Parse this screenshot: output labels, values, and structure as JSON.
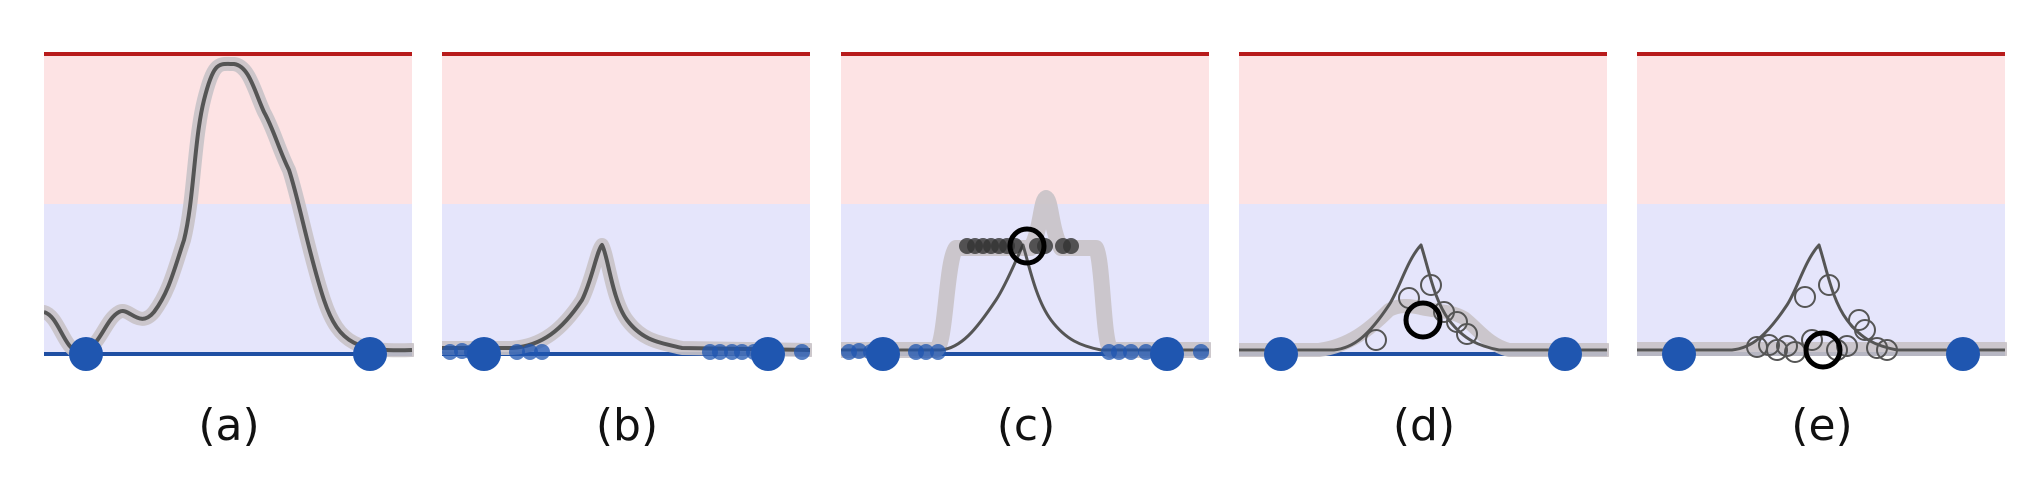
{
  "panels": [
    {
      "label": "(a)"
    },
    {
      "label": "(b)"
    },
    {
      "label": "(c)"
    },
    {
      "label": "(d)"
    },
    {
      "label": "(e)"
    }
  ],
  "colors": {
    "upper_band": "#fde3e4",
    "lower_band": "#e5e5fb",
    "top_line": "#b81b1b",
    "bottom_line": "#1f4fa3",
    "curve": "#555555",
    "halo": "#c8c2c6",
    "dot": "#1f56b0",
    "marker": "#000000"
  }
}
